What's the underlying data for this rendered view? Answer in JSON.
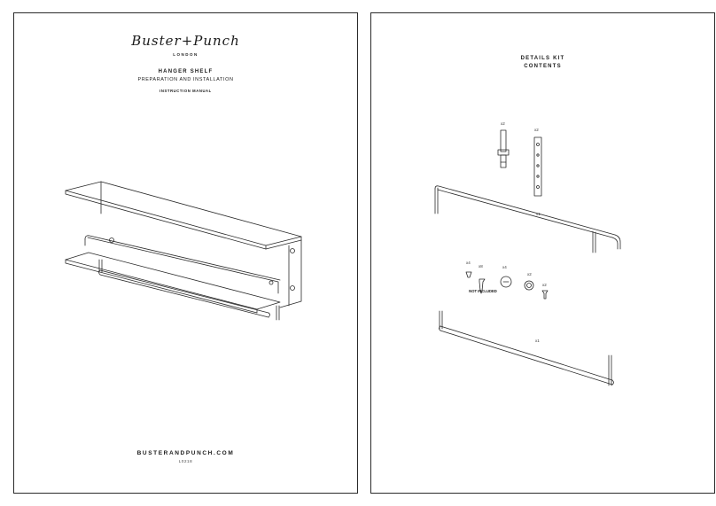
{
  "left_page": {
    "brand": "Buster+Punch",
    "brand_location": "LONDON",
    "product_title": "HANGER SHELF",
    "product_subtitle": "PREPARATION AND INSTALLATION",
    "manual_label": "INSTRUCTION MANUAL",
    "website": "BUSTERANDPUNCH.COM",
    "code": "L0218"
  },
  "right_page": {
    "heading_line1": "DETAILS KIT",
    "heading_line2": "CONTENTS",
    "quantities": {
      "stud": "x2",
      "bracket": "x2",
      "top_rail": "x1",
      "wall_plug": "x4",
      "screw": "x8",
      "cap": "x4",
      "washer": "x2",
      "small_screw": "x2",
      "bottom_rail": "x1"
    },
    "note": "NOT INCLUDED"
  }
}
